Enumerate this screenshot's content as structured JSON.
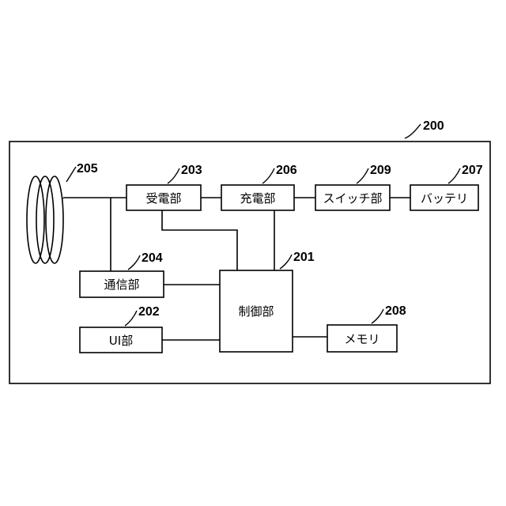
{
  "device": {
    "ref": "200"
  },
  "coil": {
    "ref": "205",
    "icon": "coil-antenna-icon"
  },
  "blocks": {
    "power_receiving": {
      "ref": "203",
      "label": "受電部"
    },
    "charging": {
      "ref": "206",
      "label": "充電部"
    },
    "switch": {
      "ref": "209",
      "label": "スイッチ部"
    },
    "battery": {
      "ref": "207",
      "label": "バッテリ"
    },
    "communication": {
      "ref": "204",
      "label": "通信部"
    },
    "control": {
      "ref": "201",
      "label": "制御部"
    },
    "ui": {
      "ref": "202",
      "label": "UI部"
    },
    "memory": {
      "ref": "208",
      "label": "メモリ"
    }
  }
}
